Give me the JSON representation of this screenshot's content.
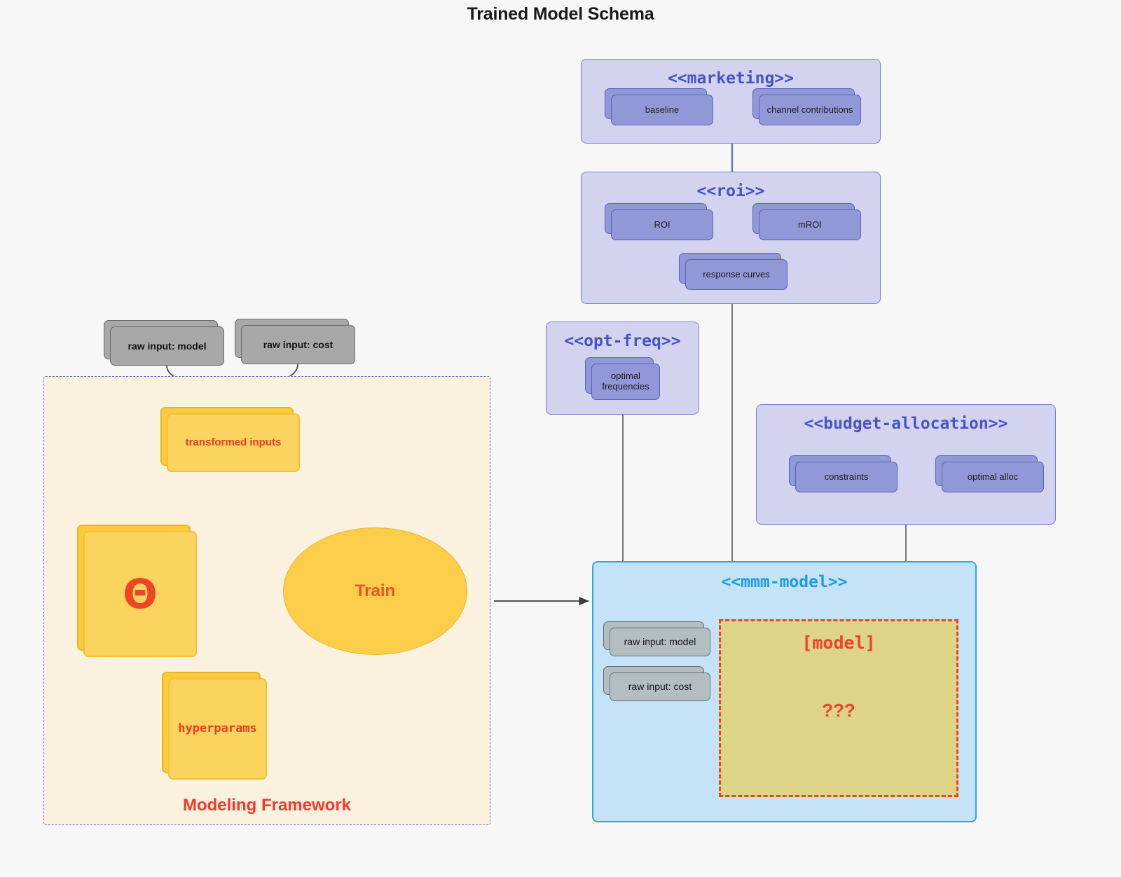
{
  "title": "Trained Model Schema",
  "packages": {
    "marketing": {
      "title": "<<marketing>>",
      "nodes": [
        {
          "label": "baseline"
        },
        {
          "label": "channel contributions"
        }
      ]
    },
    "roi": {
      "title": "<<roi>>",
      "nodes": [
        {
          "label": "ROI"
        },
        {
          "label": "mROI"
        },
        {
          "label": "response curves"
        }
      ]
    },
    "opt_freq": {
      "title": "<<opt-freq>>",
      "nodes": [
        {
          "label": "optimal\nfrequencies",
          "line1": "optimal",
          "line2": "frequencies"
        }
      ]
    },
    "budget_allocation": {
      "title": "<<budget-allocation>>",
      "nodes": [
        {
          "label": "constraints"
        },
        {
          "label": "optimal alloc"
        }
      ]
    },
    "mmm_model": {
      "title": "<<mmm-model>>",
      "inputs": [
        {
          "label": "raw input: model"
        },
        {
          "label": "raw input: cost"
        }
      ],
      "model_region": {
        "title": "[model]",
        "unknown": "???"
      }
    }
  },
  "framework": {
    "label": "Modeling Framework",
    "raw_inputs": [
      {
        "label": "raw input: model"
      },
      {
        "label": "raw input: cost"
      }
    ],
    "transformed_inputs": "transformed inputs",
    "theta": "Θ",
    "hyperparams": "hyperparams",
    "train": "Train"
  },
  "colors": {
    "background": "#f7f7f7",
    "package_purple_fill": "#d2d4ef",
    "package_purple_border": "#7b7fd4",
    "package_purple_text": "#4a52c4",
    "package_blue_fill": "#c5e3f6",
    "package_blue_border": "#2ca5ef",
    "package_blue_text": "#1b9bee",
    "node_violet": "#9098d8",
    "node_grey": "#a8a8a8",
    "amber_fill": "#fad45e",
    "amber_border": "#f1c334",
    "accent_red": "#f0422a",
    "framework_fill": "#faf1de",
    "framework_border": "#6a6fd0",
    "model_region_fill": "#ddd487"
  }
}
